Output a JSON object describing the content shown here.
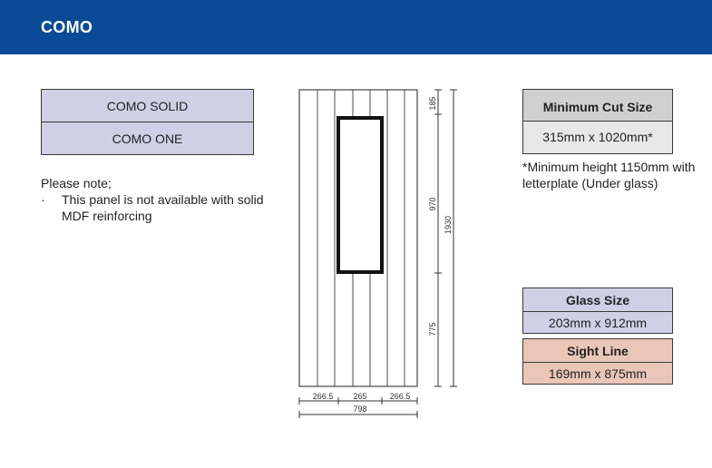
{
  "header": {
    "title": "COMO"
  },
  "variants": [
    "COMO SOLID",
    "COMO ONE"
  ],
  "note": {
    "heading": "Please note;",
    "bullet": "·",
    "text": "This panel is not available with solid MDF reinforcing"
  },
  "min_cut": {
    "title": "Minimum Cut Size",
    "value": "315mm x 1020mm*",
    "footnote": "*Minimum height 1150mm with letterplate (Under glass)"
  },
  "glass_size": {
    "title": "Glass Size",
    "value": "203mm x 912mm"
  },
  "sight_line": {
    "title": "Sight Line",
    "value": "169mm x 875mm"
  },
  "dimensions": {
    "top": "185",
    "glass_height": "970",
    "bottom": "775",
    "total_height": "1930",
    "left_width": "266.5",
    "center_width": "265",
    "right_width": "266.5",
    "total_width": "798"
  },
  "colors": {
    "header": "#0a4a96",
    "variant_fill": "#cfcfe6",
    "sight_fill": "#e9c6b8",
    "cut_fill": "#d0d0d0"
  }
}
